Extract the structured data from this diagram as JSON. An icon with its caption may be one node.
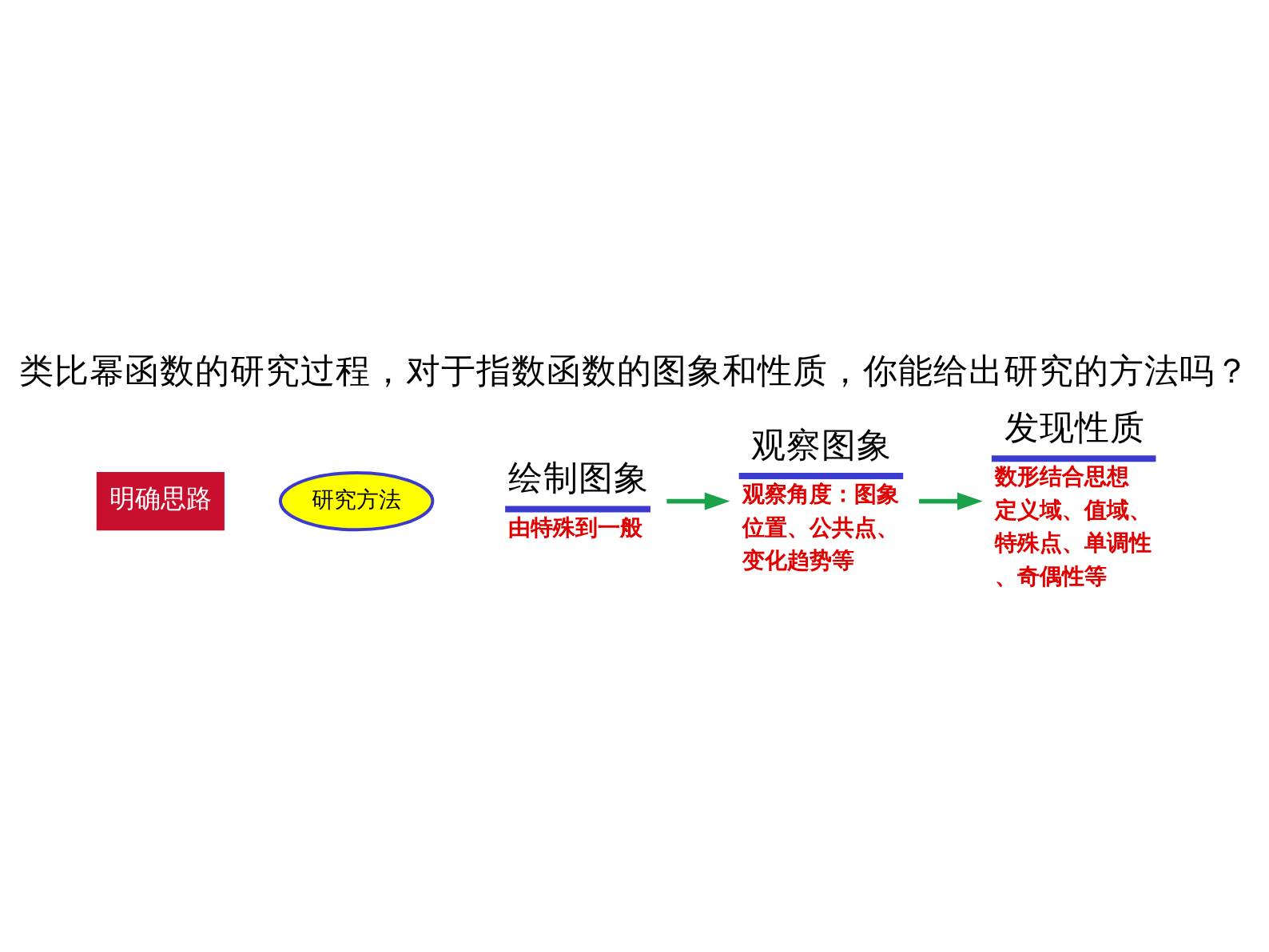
{
  "diagram": {
    "title": "类比幂函数的研究过程，对于指数函数的图象和性质，你能给出研究的方法吗？",
    "nodes": [
      {
        "text": [
          "明确思路"
        ]
      },
      {
        "text": [
          "研究方法"
        ]
      },
      {
        "text": [
          "绘制图象"
        ],
        "beside": [
          "由特殊到一般"
        ]
      },
      {
        "text": [
          "观察图象"
        ],
        "beside": [
          "观察角度：图象位置、公共点、变化趋势等"
        ]
      },
      {
        "text": [
          "发现性质"
        ],
        "beside": [
          "数形结合思想",
          "定义域、值域、特殊点、单调性、奇偶性等"
        ]
      }
    ],
    "edges": [
      {
        "from": 2,
        "to": 3,
        "arrow": "to"
      },
      {
        "from": 3,
        "to": 4,
        "arrow": "to"
      }
    ]
  }
}
